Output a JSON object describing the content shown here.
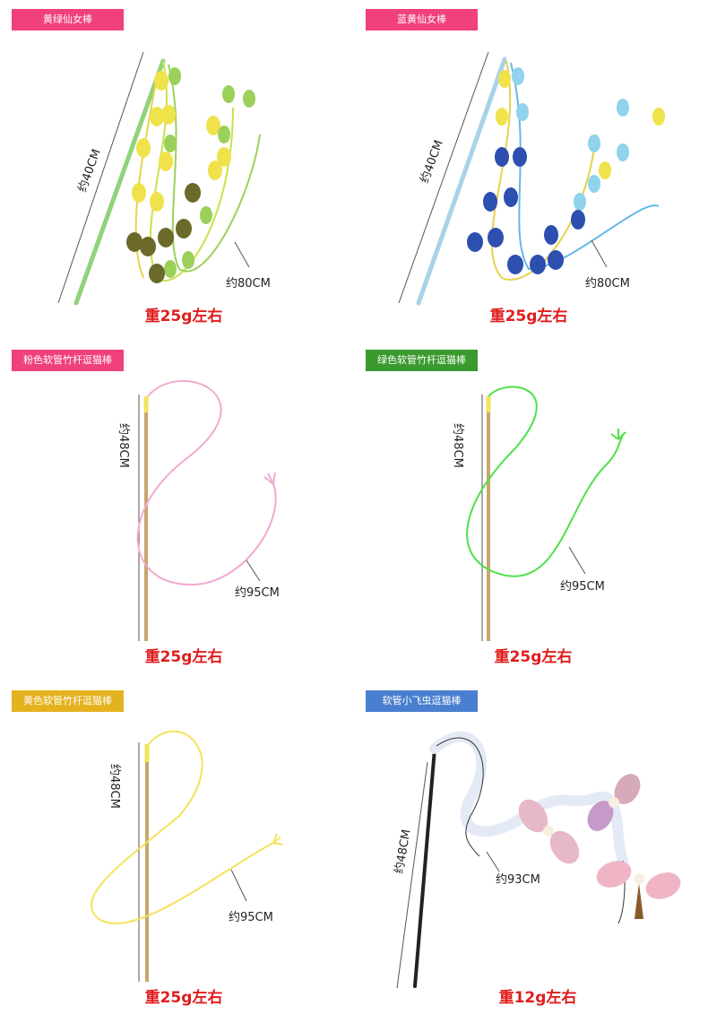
{
  "products": [
    {
      "tag": "黄绿仙女棒",
      "tag_color": "#f0417a",
      "stick_length": "约40CM",
      "string_length": "约80CM",
      "weight": "重25g左右"
    },
    {
      "tag": "蓝黄仙女棒",
      "tag_color": "#f0417a",
      "stick_length": "约40CM",
      "string_length": "约80CM",
      "weight": "重25g左右"
    },
    {
      "tag": "粉色软管竹杆逗猫棒",
      "tag_color": "#f0417a",
      "stick_length": "约48CM",
      "string_length": "约95CM",
      "weight": "重25g左右"
    },
    {
      "tag": "绿色软管竹杆逗猫棒",
      "tag_color": "#3a9a2e",
      "stick_length": "约48CM",
      "string_length": "约95CM",
      "weight": "重25g左右"
    },
    {
      "tag": "黄色软管竹杆逗猫棒",
      "tag_color": "#e5b21f",
      "stick_length": "约48CM",
      "string_length": "约95CM",
      "weight": "重25g左右"
    },
    {
      "tag": "软管小飞虫逗猫棒",
      "tag_color": "#4a7fcf",
      "stick_length": "约48CM",
      "string_length": "约93CM",
      "weight": "重12g左右"
    }
  ]
}
